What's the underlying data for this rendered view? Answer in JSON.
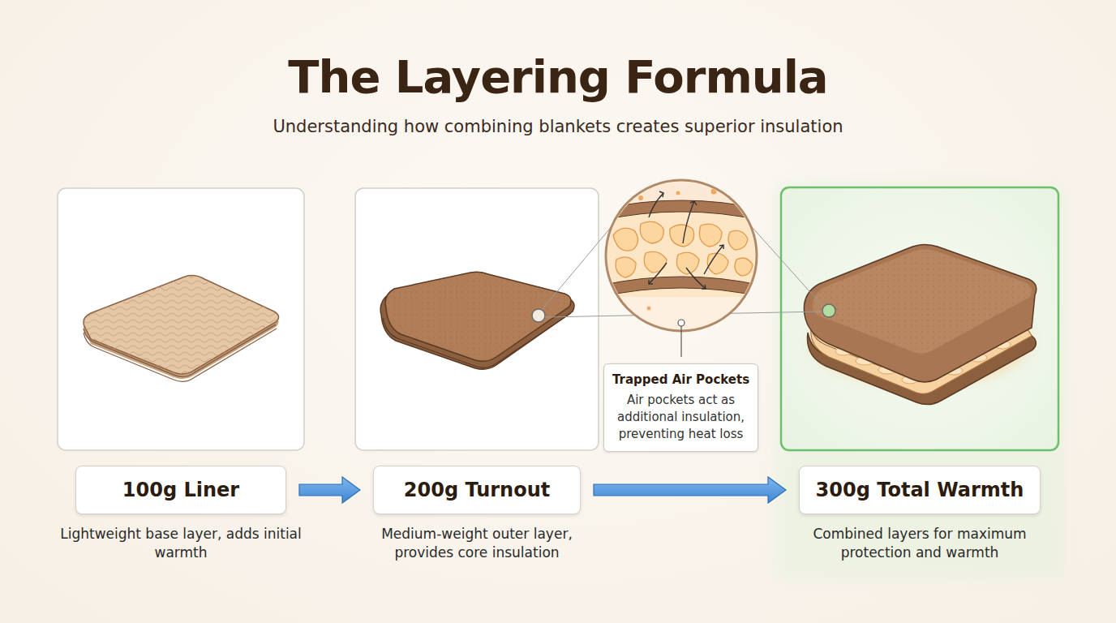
{
  "diagram": {
    "title": "The Layering Formula",
    "caption": "Understanding how combining blankets creates superior insulation",
    "nodes": [
      {
        "text": [
          "100g Liner",
          "Lightweight base layer, adds initial warmth"
        ]
      },
      {
        "text": [
          "200g Turnout",
          "Medium-weight outer layer, provides core insulation"
        ]
      },
      {
        "text": [
          "Trapped Air Pockets",
          "Air pockets act as additional insulation, preventing heat loss"
        ]
      },
      {
        "text": [
          "300g Total Warmth",
          "Combined layers for maximum protection and warmth"
        ]
      }
    ],
    "edges": [
      {
        "from": 0,
        "to": 1,
        "arrow": "to"
      },
      {
        "from": 1,
        "to": 3,
        "arrow": "to"
      }
    ]
  }
}
